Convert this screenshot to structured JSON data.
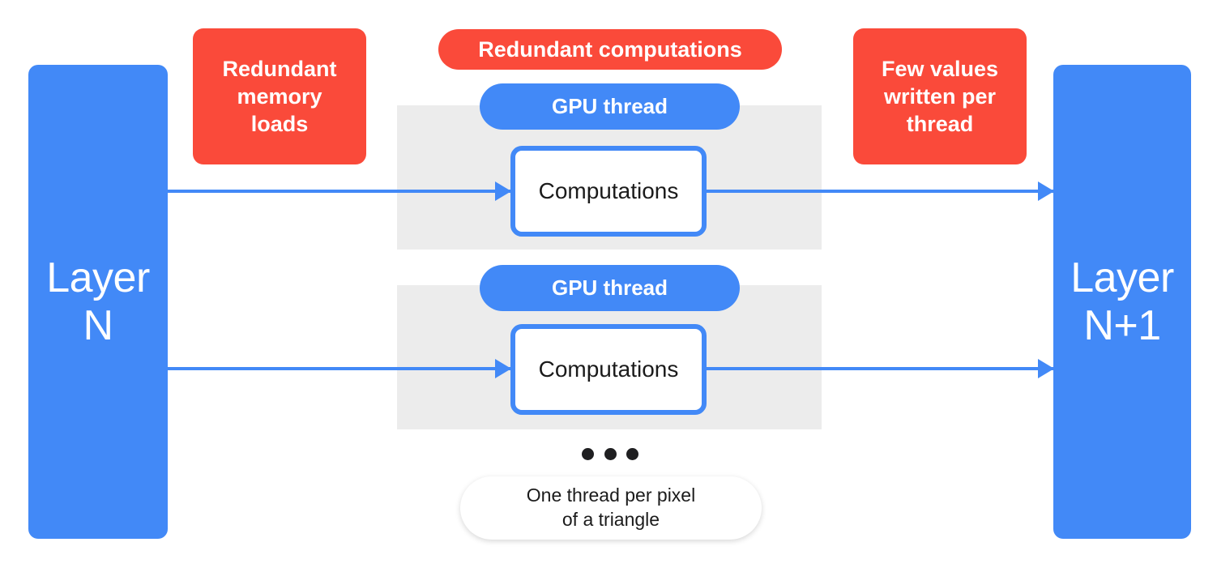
{
  "diagram": {
    "colors": {
      "blue": "#4289F7",
      "red": "#FA4A3A",
      "gray_band": "#ECECEC",
      "white": "#FFFFFF",
      "dot": "#1F1F21"
    },
    "layers": {
      "left": "Layer\nN",
      "right": "Layer\nN+1"
    },
    "callouts": {
      "left": "Redundant\nmemory\nloads",
      "top": "Redundant computations",
      "right": "Few values\nwritten per\nthread"
    },
    "threads": [
      {
        "pill_label": "GPU thread",
        "box_label": "Computations"
      },
      {
        "pill_label": "GPU thread",
        "box_label": "Computations"
      }
    ],
    "ellipsis": {
      "dot_count": 3
    },
    "note": "One thread per pixel\nof a triangle"
  }
}
